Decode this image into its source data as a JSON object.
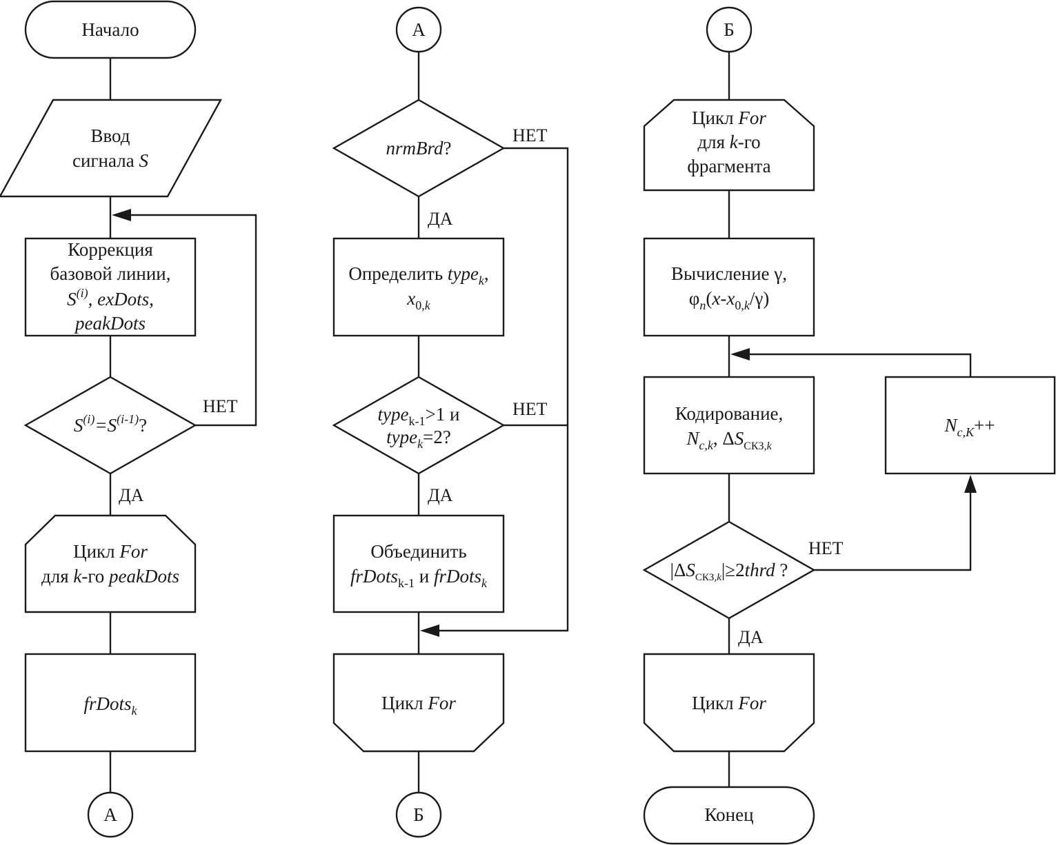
{
  "col1": {
    "start": "Начало",
    "input": [
      "Ввод",
      "сигнала "
    ],
    "input_var": "S",
    "correction": {
      "l1": "Коррекция",
      "l2": "базовой линии,",
      "s": "S",
      "i": "(i)",
      "rest": ", exDots,",
      "l4": "peakDots"
    },
    "decision": {
      "s1": "S",
      "sup1": "(i)",
      "eq": "=S",
      "sup2": "(i-1)",
      "q": "?"
    },
    "loop": {
      "w1": "Цикл ",
      "w2": "For",
      "w3": "для ",
      "w4": "k",
      "w5": "-го ",
      "w6": "peakDots"
    },
    "frdots": {
      "base": "frDots",
      "sub": "k"
    },
    "connector": "А",
    "no": "НЕТ",
    "yes": "ДА"
  },
  "col2": {
    "connector_top": "А",
    "decision1": {
      "var": "nrmBrd",
      "q": "?"
    },
    "define": {
      "w1": "Определить ",
      "w2": "type",
      "sub": "k",
      "w3": ",",
      "x": "x",
      "xsub": "0,",
      "xsubk": "k"
    },
    "decision2": {
      "t1": "type",
      "s1": "k-1",
      "r1": ">1 и",
      "t2": "type",
      "s2": "k",
      "r2": "=2?"
    },
    "merge": {
      "l1": "Объединить",
      "a": "frDots",
      "as": "k-1",
      "and": " и ",
      "b": "frDots",
      "bs": "k"
    },
    "loop_end": {
      "w1": "Цикл ",
      "w2": "For"
    },
    "connector_bottom": "Б",
    "no1": "НЕТ",
    "yes1": "ДА",
    "no2": "НЕТ",
    "yes2": "ДА"
  },
  "col3": {
    "connector_top": "Б",
    "loop": {
      "w1": "Цикл ",
      "w2": "For",
      "w3": "для ",
      "w4": "k",
      "w5": "-го",
      "l3": "фрагмента"
    },
    "calc": {
      "l1": "Вычисление γ,",
      "phi": "φ",
      "n": "n",
      "p1": "(",
      "x": "x",
      "dash": "-",
      "x0": "x",
      "x0s": "0,",
      "x0k": "k",
      "div": "/γ)"
    },
    "encode": {
      "l1": "Кодирование,",
      "N": "N",
      "Ns": "c,k",
      "comma": ", Δ",
      "S": "S",
      "Ss": "СКЗ,",
      "Sk": "k"
    },
    "increment": {
      "N": "N",
      "sub": "c,K",
      "pp": "++"
    },
    "decision": {
      "bar1": "|Δ",
      "S": "S",
      "Ss": "СКЗ,",
      "Sk": "k",
      "rest": "|≥2",
      "thrd": "thrd",
      "q": " ?"
    },
    "loop_end": {
      "w1": "Цикл ",
      "w2": "For"
    },
    "end": "Конец",
    "no": "НЕТ",
    "yes": "ДА"
  }
}
